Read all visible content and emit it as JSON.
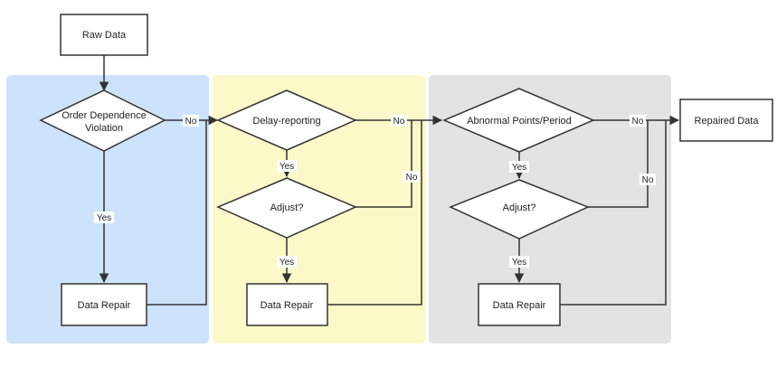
{
  "colors": {
    "panel_1": "#cce3fb",
    "panel_2": "#fcf9c8",
    "panel_3": "#e3e3e3",
    "stroke": "#333333"
  },
  "nodes": {
    "raw_data": "Raw Data",
    "order_violation_line1": "Order Dependence",
    "order_violation_line2": "Violation",
    "delay_reporting": "Delay-reporting",
    "adjust_1": "Adjust?",
    "data_repair_1": "Data Repair",
    "data_repair_2": "Data Repair",
    "abnormal_points": "Abnormal Points/Period",
    "adjust_2": "Adjust?",
    "data_repair_3": "Data Repair",
    "repaired_data": "Repaired Data"
  },
  "edge_labels": {
    "order_no": "No",
    "order_yes": "Yes",
    "delay_no": "No",
    "delay_yes": "Yes",
    "adjust1_no": "No",
    "adjust1_yes": "Yes",
    "abnormal_no": "No",
    "abnormal_yes": "Yes",
    "adjust2_no": "No",
    "adjust2_yes": "Yes"
  }
}
